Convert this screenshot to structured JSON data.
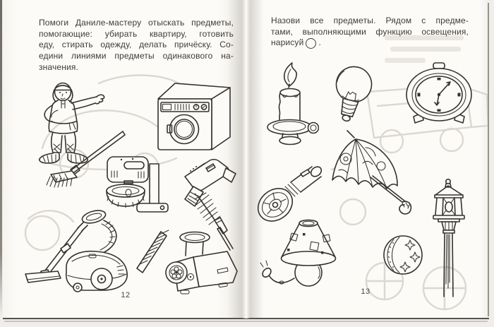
{
  "book": {
    "left_page": {
      "instruction_lines": [
        "Помоги Даниле-мастеру отыскать предметы,",
        "помогающие: убирать квартиру, готовить",
        "еду, стирать одежду, делать причёску. Со-",
        "едини линиями предметы одинакового на-",
        "значения."
      ],
      "page_number": "12",
      "illustrations": [
        "danila-master",
        "washing-machine",
        "broom",
        "stand-mixer",
        "hair-dryer",
        "round-hair-brush",
        "vacuum-cleaner",
        "comb",
        "meat-grinder"
      ]
    },
    "right_page": {
      "instruction_lines": [
        "Назови все предметы. Рядом с предме-",
        "тами, выполняющими функцию освещения,"
      ],
      "instruction_last_word": "нарисуй",
      "draw_symbol": "empty-circle",
      "instruction_end_punctuation": ".",
      "page_number": "13",
      "illustrations": [
        "candle",
        "light-bulb",
        "alarm-clock",
        "umbrella",
        "flashlight",
        "table-lamp",
        "ball",
        "street-lamp"
      ]
    },
    "colors": {
      "paper": "#fcfbf8",
      "text_ink": "#403b37",
      "line_art_ink": "#36322d",
      "bleed_through": "#dcd8d1"
    }
  }
}
